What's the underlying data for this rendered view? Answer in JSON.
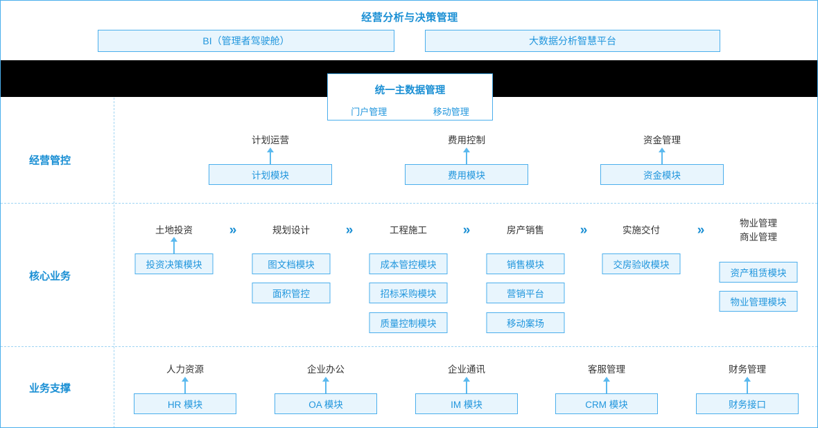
{
  "header": {
    "title": "经营分析与决策管理",
    "platforms": [
      {
        "label": "BI（管理者驾驶舱）"
      },
      {
        "label": "大数据分析智慧平台"
      }
    ]
  },
  "master_data": {
    "title": "统一主数据管理",
    "subitems": [
      "门户管理",
      "移动管理"
    ]
  },
  "rows": [
    {
      "label": "经营管控",
      "columns": [
        {
          "head": "计划运营",
          "modules": [
            "计划模块"
          ]
        },
        {
          "head": "费用控制",
          "modules": [
            "费用模块"
          ]
        },
        {
          "head": "资金管理",
          "modules": [
            "资金模块"
          ]
        }
      ]
    },
    {
      "label": "核心业务",
      "columns": [
        {
          "head": "土地投资",
          "modules": [
            "投资决策模块"
          ]
        },
        {
          "head": "规划设计",
          "modules": [
            "图文档模块",
            "面积管控"
          ]
        },
        {
          "head": "工程施工",
          "modules": [
            "成本管控模块",
            "招标采购模块",
            "质量控制模块"
          ]
        },
        {
          "head": "房产销售",
          "modules": [
            "销售模块",
            "营销平台",
            "移动案场"
          ]
        },
        {
          "head": "实施交付",
          "modules": [
            "交房验收模块"
          ]
        },
        {
          "head": "物业管理\n商业管理",
          "head_line1": "物业管理",
          "head_line2": "商业管理",
          "modules": [
            "资产租赁模块",
            "物业管理模块"
          ]
        }
      ],
      "flow_separator": "»"
    },
    {
      "label": "业务支撑",
      "columns": [
        {
          "head": "人力资源",
          "modules": [
            "HR 模块"
          ]
        },
        {
          "head": "企业办公",
          "modules": [
            "OA 模块"
          ]
        },
        {
          "head": "企业通讯",
          "modules": [
            "IM 模块"
          ]
        },
        {
          "head": "客服管理",
          "modules": [
            "CRM 模块"
          ]
        },
        {
          "head": "财务管理",
          "modules": [
            "财务接口"
          ]
        }
      ]
    }
  ],
  "colors": {
    "accent": "#1a8fd4",
    "box_border": "#4aaeec",
    "box_fill": "#e8f5fd",
    "band": "#000000",
    "dashed": "#9ed4f3",
    "head_text": "#333333"
  }
}
